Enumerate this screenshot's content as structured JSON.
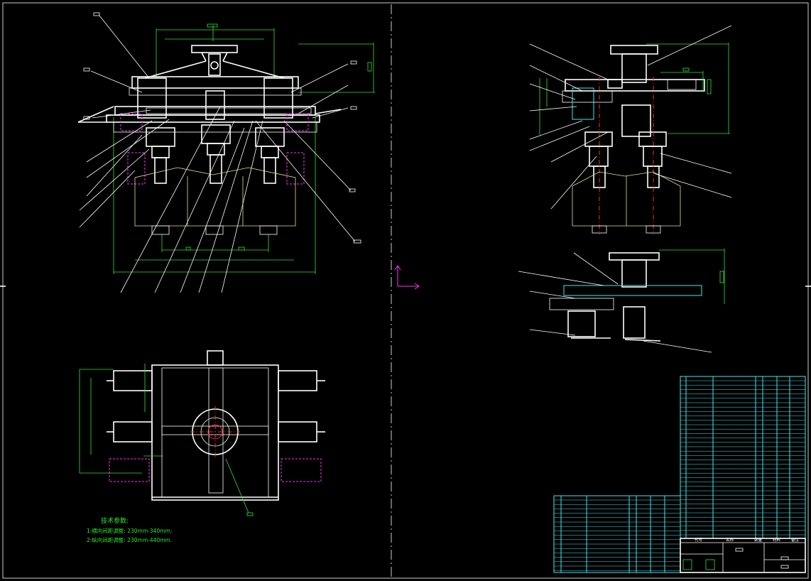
{
  "colors": {
    "background": "#000000",
    "outline": "#ffffff",
    "dimension": "#2ee62e",
    "hidden": "#ff2bff",
    "centerline": "#ff2a2a",
    "table": "#40e8f0",
    "note": "#2ee62e",
    "guide": "#e8e08a"
  },
  "tech_notes": {
    "title": "技术参数:",
    "line1": "1:横向间距调整: 230mm-340mm;",
    "line2": "2:纵向间距调整: 230mm-440mm."
  },
  "title_block": {
    "col_code": "代号",
    "col_name": "名称",
    "col_qty": "数量",
    "col_material": "材料",
    "col_remark": "备注"
  }
}
